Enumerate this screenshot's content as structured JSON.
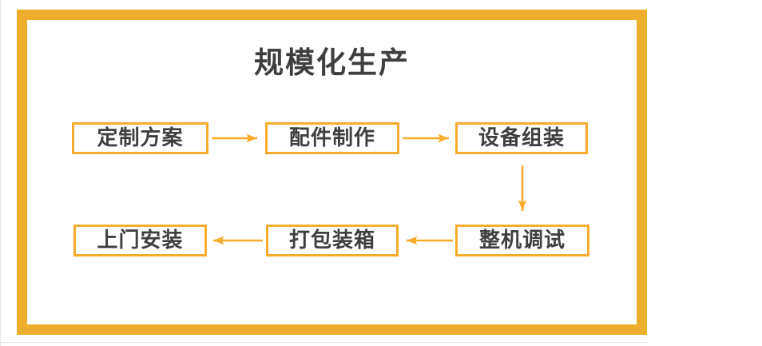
{
  "diagram": {
    "title": "规模化生产",
    "steps": [
      {
        "id": "step-1",
        "label": "定制方案"
      },
      {
        "id": "step-2",
        "label": "配件制作"
      },
      {
        "id": "step-3",
        "label": "设备组装"
      },
      {
        "id": "step-4",
        "label": "整机调试"
      },
      {
        "id": "step-5",
        "label": "打包装箱"
      },
      {
        "id": "step-6",
        "label": "上门安装"
      }
    ],
    "connections": [
      {
        "from": "定制方案",
        "to": "配件制作",
        "direction": "right"
      },
      {
        "from": "配件制作",
        "to": "设备组装",
        "direction": "right"
      },
      {
        "from": "设备组装",
        "to": "整机调试",
        "direction": "down"
      },
      {
        "from": "整机调试",
        "to": "打包装箱",
        "direction": "left"
      },
      {
        "from": "打包装箱",
        "to": "上门安装",
        "direction": "left"
      }
    ]
  },
  "colors": {
    "frame": "#EDAE2E",
    "box_border": "#F8AC2B",
    "arrow": "#F8AC2B",
    "text": "#3F3F3F",
    "background": "#FFFFFF",
    "edge": "#E8E8E8"
  }
}
